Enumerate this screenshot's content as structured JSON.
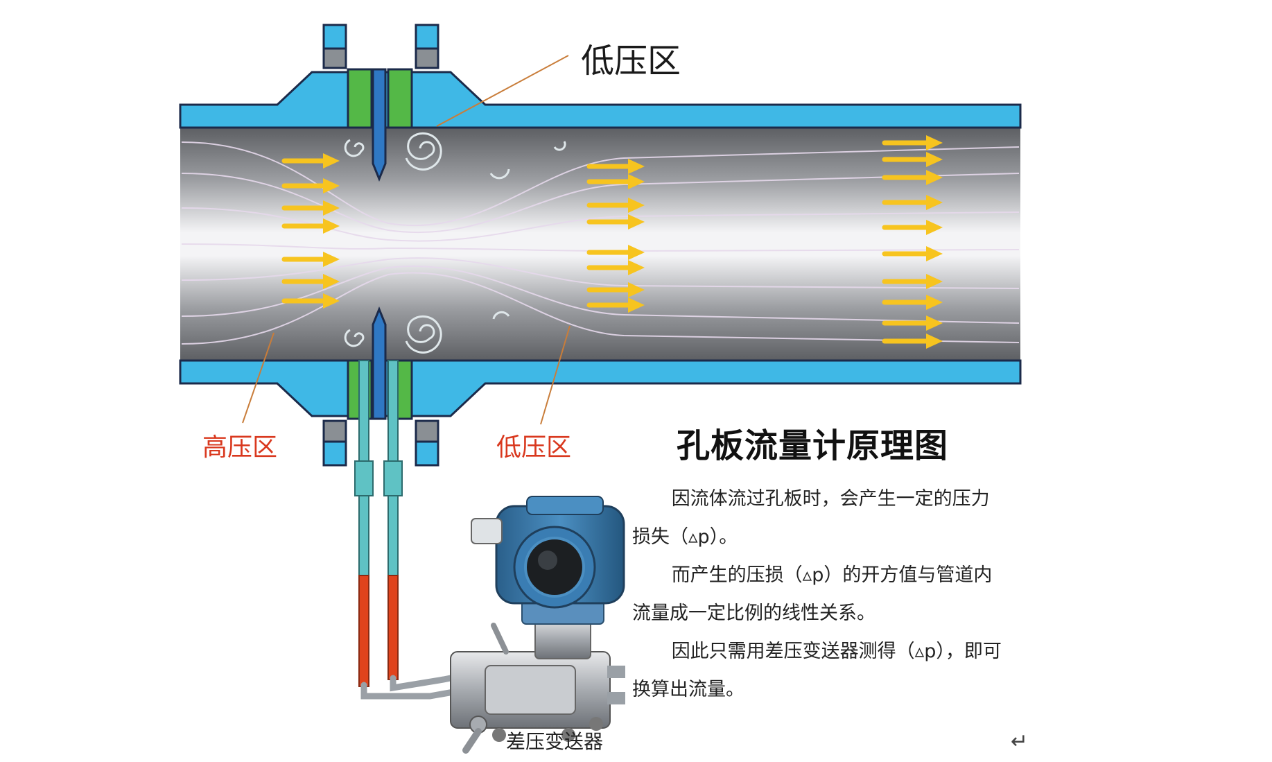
{
  "labels": {
    "low_pressure_top": "低压区",
    "high_pressure": "高压区",
    "low_pressure_bottom": "低压区",
    "transmitter": "差压变送器",
    "return_mark": "↵"
  },
  "title": "孔板流量计原理图",
  "description": [
    "因流体流过孔板时，会产生一定的压力损失（▵p）。",
    "而产生的压损（▵p）的开方值与管道内流量成一定比例的线性关系。",
    "因此只需用差压变送器测得（▵p），即可换算出流量。"
  ],
  "colors": {
    "pipe_wall": "#3fb8e6",
    "pipe_outline": "#1b2a4a",
    "flange_gasket": "#54b847",
    "flange_bolt": "#8a8f94",
    "flow_arrow": "#f7c41f",
    "impulse_tube_top": "#5fc2c4",
    "impulse_tube_bottom": "#e0431c",
    "leader_line": "#c97d3a",
    "label_red": "#d9381e",
    "transmitter_head": "#2f6f9e"
  }
}
